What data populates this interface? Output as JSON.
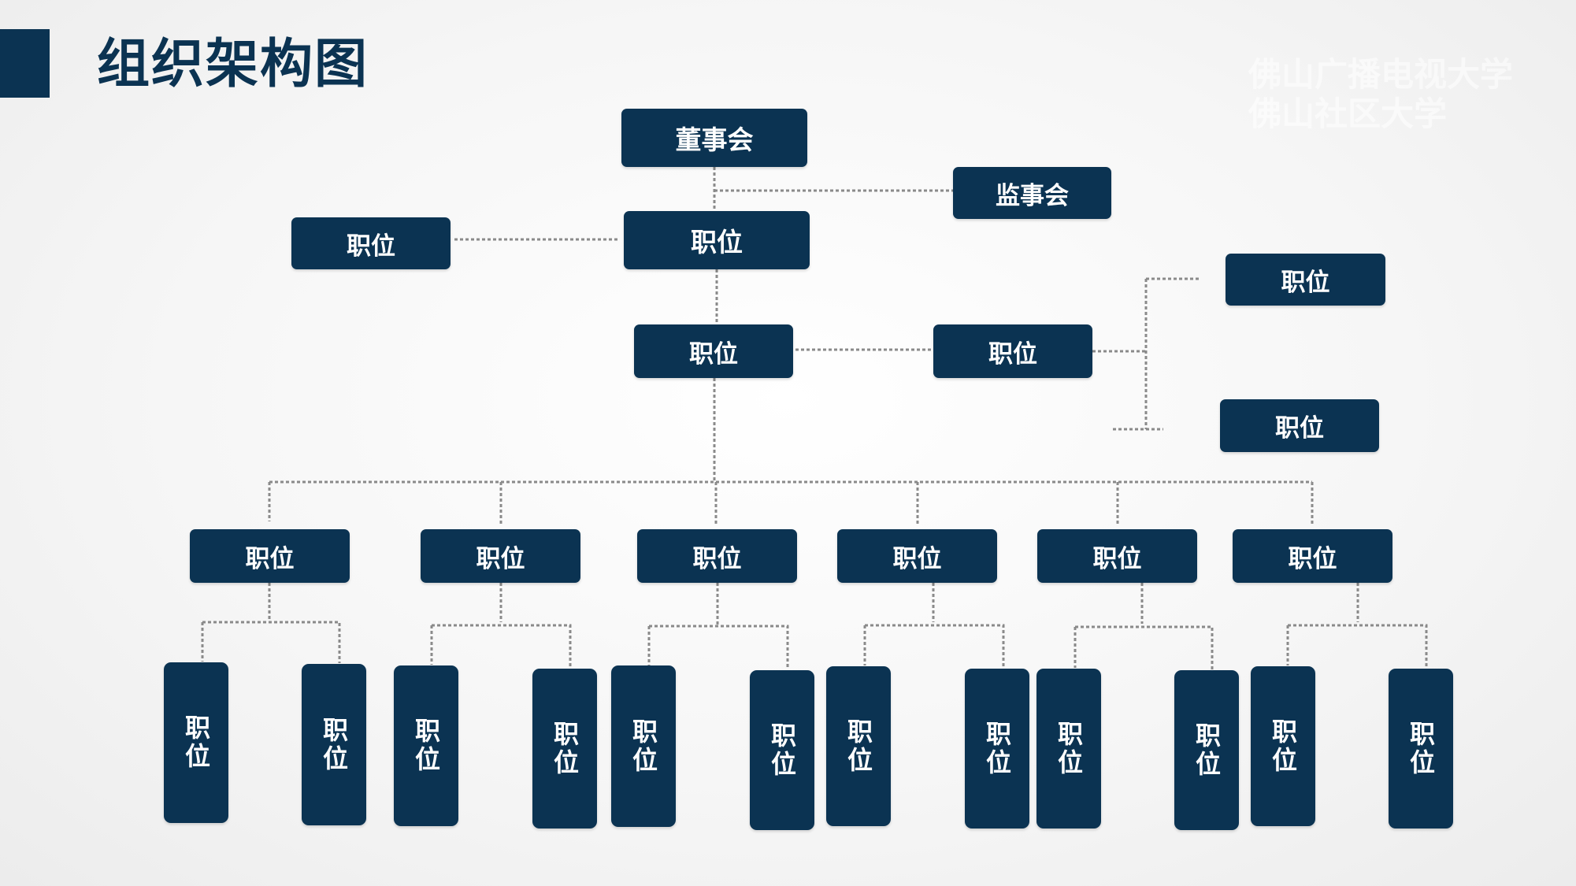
{
  "header": {
    "title": "组织架构图"
  },
  "watermark": {
    "lines": "佛山广播电视大学\n佛山社区大学"
  },
  "org": {
    "board": "董事会",
    "supervisory": "监事会",
    "position": "职位"
  },
  "colors": {
    "node": "#0b3352",
    "connector": "#8a8a8a",
    "title": "#0b3352"
  }
}
